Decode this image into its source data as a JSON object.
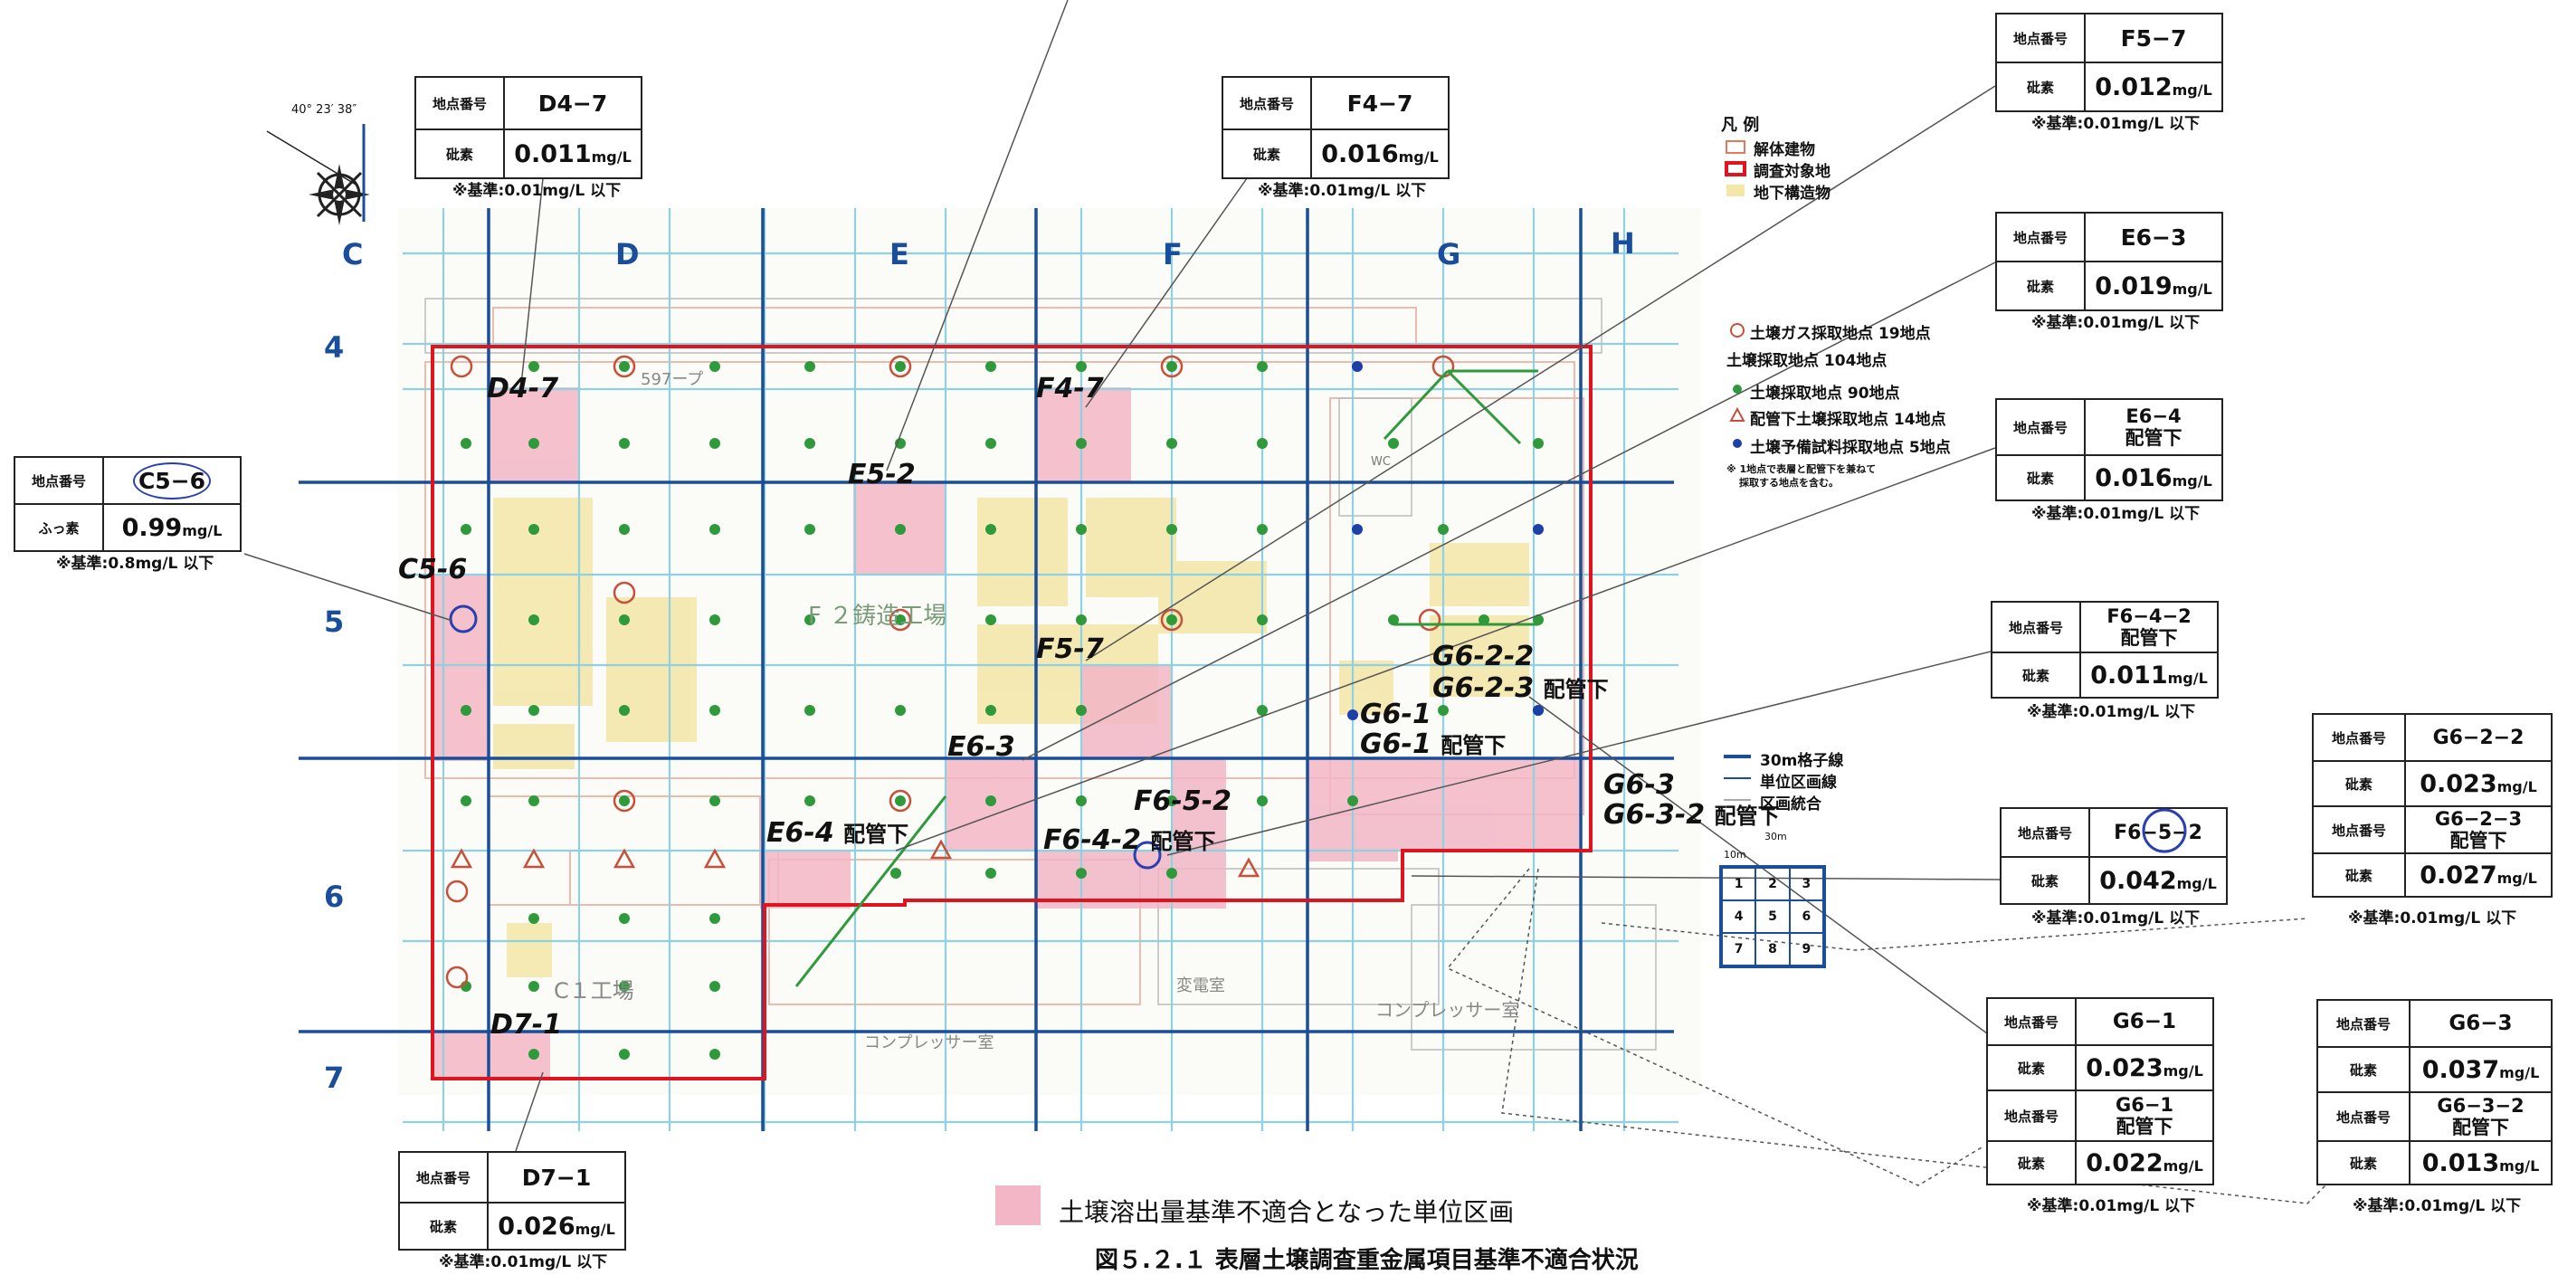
{
  "column_labels": [
    "C",
    "D",
    "E",
    "F",
    "G",
    "H"
  ],
  "row_labels": [
    "4",
    "5",
    "6",
    "7"
  ],
  "compass": {
    "angle": "40° 23′ 38″"
  },
  "map_labels": {
    "factory_f2": "F ２鋳造工場",
    "factory_c1": "C１工場",
    "compressor1": "コンプレッサー室",
    "compressor2": "コンプレッサー室",
    "substation": "変電室",
    "wc": "WC",
    "label_597": "597ープ"
  },
  "point_labels": {
    "d4_7": "D4-7",
    "f4_7": "F4-7",
    "e5_2": "E5-2",
    "c5_6": "C5-6",
    "f5_7": "F5-7",
    "e6_3": "E6-3",
    "e6_4": "E6-4",
    "e6_4_suffix": "配管下",
    "f6_5_2": "F6-5-2",
    "f6_4_2": "F6-4-2",
    "f6_4_2_suffix": "配管下",
    "g6_2_2": "G6-2-2",
    "g6_2_3": "G6-2-3",
    "g6_2_3_suffix": "配管下",
    "g6_1": "G6-1",
    "g6_1b": "G6-1",
    "g6_1b_suffix": "配管下",
    "g6_3": "G6-3",
    "g6_3_2": "G6-3-2",
    "g6_3_2_suffix": "配管下",
    "d7_1": "D7-1"
  },
  "tables": {
    "d4_7": {
      "lab1": "地点番号",
      "id": "D4−7",
      "lab2": "砒素",
      "val": "0.011",
      "unit": "mg/L",
      "note": "※基準:0.01mg/L 以下"
    },
    "f4_7": {
      "lab1": "地点番号",
      "id": "F4−7",
      "lab2": "砒素",
      "val": "0.016",
      "unit": "mg/L",
      "note": "※基準:0.01mg/L 以下"
    },
    "c5_6": {
      "lab1": "地点番号",
      "id": "C5−6",
      "lab2": "ふっ素",
      "val": "0.99",
      "unit": "mg/L",
      "note": "※基準:0.8mg/L 以下"
    },
    "d7_1": {
      "lab1": "地点番号",
      "id": "D7−1",
      "lab2": "砒素",
      "val": "0.026",
      "unit": "mg/L",
      "note": "※基準:0.01mg/L 以下"
    },
    "f5_7": {
      "lab1": "地点番号",
      "id": "F5−7",
      "lab2": "砒素",
      "val": "0.012",
      "unit": "mg/L",
      "note": "※基準:0.01mg/L 以下"
    },
    "e6_3": {
      "lab1": "地点番号",
      "id": "E6−3",
      "lab2": "砒素",
      "val": "0.019",
      "unit": "mg/L",
      "note": "※基準:0.01mg/L 以下"
    },
    "e6_4": {
      "lab1": "地点番号",
      "id": "E6−4",
      "sub": "配管下",
      "lab2": "砒素",
      "val": "0.016",
      "unit": "mg/L",
      "note": "※基準:0.01mg/L 以下"
    },
    "f6_4_2": {
      "lab1": "地点番号",
      "id": "F6−4−2",
      "sub": "配管下",
      "lab2": "砒素",
      "val": "0.011",
      "unit": "mg/L",
      "note": "※基準:0.01mg/L 以下"
    },
    "f6_5_2": {
      "lab1": "地点番号",
      "id": "F6−5−2",
      "lab2": "砒素",
      "val": "0.042",
      "unit": "mg/L",
      "note": "※基準:0.01mg/L 以下"
    },
    "g6_1": {
      "lab1": "地点番号",
      "id": "G6−1",
      "lab2": "砒素",
      "val": "0.023",
      "unit": "mg/L",
      "lab3": "地点番号",
      "id2": "G6−1",
      "sub2": "配管下",
      "lab4": "砒素",
      "val2": "0.022",
      "unit2": "mg/L",
      "note": "※基準:0.01mg/L 以下"
    },
    "g6_2": {
      "lab1": "地点番号",
      "id": "G6−2−2",
      "lab2": "砒素",
      "val": "0.023",
      "unit": "mg/L",
      "lab3": "地点番号",
      "id2": "G6−2−3",
      "sub2": "配管下",
      "lab4": "砒素",
      "val2": "0.027",
      "unit2": "mg/L",
      "note": "※基準:0.01mg/L 以下"
    },
    "g6_3": {
      "lab1": "地点番号",
      "id": "G6−3",
      "lab2": "砒素",
      "val": "0.037",
      "unit": "mg/L",
      "lab3": "地点番号",
      "id2": "G6−3−2",
      "sub2": "配管下",
      "lab4": "砒素",
      "val2": "0.013",
      "unit2": "mg/L",
      "note": "※基準:0.01mg/L 以下"
    }
  },
  "legend": {
    "title": "凡 例",
    "items": [
      "解体建物",
      "調査対象地",
      "地下構造物"
    ],
    "gas": "土壌ガス採取地点 19地点",
    "soil_title": "土壌採取地点 104地点",
    "soil": "土壌採取地点 90地点",
    "pipe": "配管下土壌採取地点 14地点",
    "prelim": "土壌予備試料採取地点 5地点",
    "footnote1": "※ 1地点で表層と配管下を兼ねて",
    "footnote2": "採取する地点を含む。",
    "grid30": "30m格子線",
    "unit_line": "単位区画線",
    "merge": "区画統合",
    "scale30": "30m",
    "scale10": "10m",
    "cells": [
      "1",
      "2",
      "3",
      "4",
      "5",
      "6",
      "7",
      "8",
      "9"
    ]
  },
  "key": {
    "text": "土壌溶出量基準不適合となった単位区画"
  },
  "caption": "図５.２.１ 表層土壌調査重金属項目基準不適合状況"
}
